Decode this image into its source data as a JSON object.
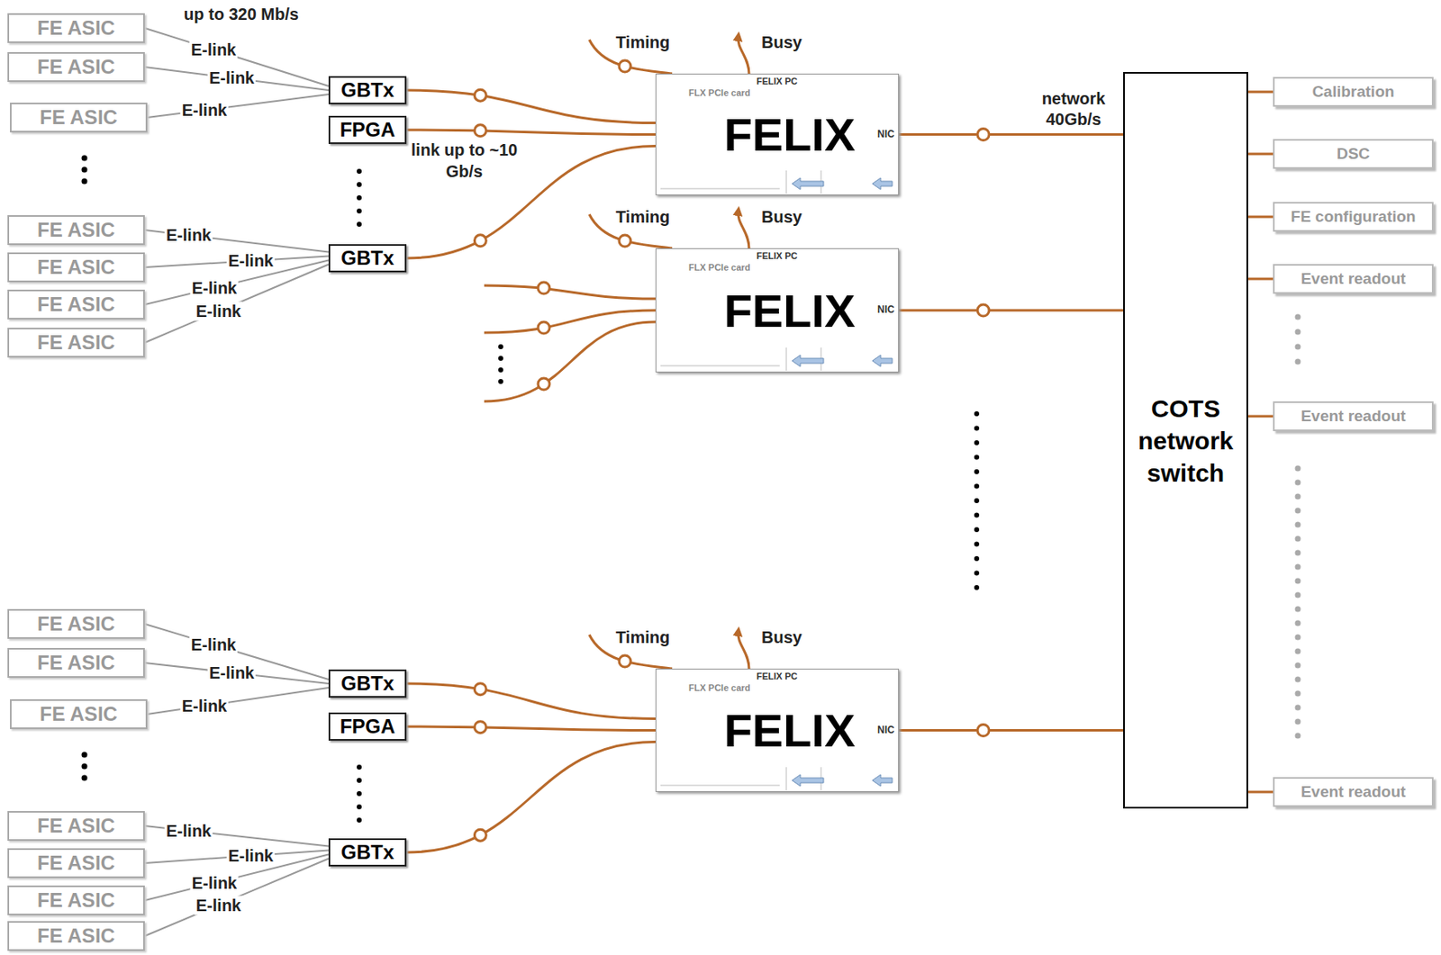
{
  "diagram": {
    "nodes": [
      {
        "text": [
          "FE ASIC"
        ]
      },
      {
        "text": [
          "FE ASIC"
        ]
      },
      {
        "text": [
          "FE ASIC"
        ]
      },
      {
        "text": [
          "GBTx"
        ]
      },
      {
        "text": [
          "FPGA"
        ]
      },
      {
        "text": [
          "FE ASIC"
        ]
      },
      {
        "text": [
          "FE ASIC"
        ]
      },
      {
        "text": [
          "FE ASIC"
        ]
      },
      {
        "text": [
          "FE ASIC"
        ]
      },
      {
        "text": [
          "GBTx"
        ]
      },
      {
        "text": [
          "FELIX"
        ]
      },
      {
        "text": [
          "FELIX"
        ]
      },
      {
        "text": [
          "FE ASIC"
        ]
      },
      {
        "text": [
          "FE ASIC"
        ]
      },
      {
        "text": [
          "FE ASIC"
        ]
      },
      {
        "text": [
          "GBTx"
        ]
      },
      {
        "text": [
          "FPGA"
        ]
      },
      {
        "text": [
          "FE ASIC"
        ]
      },
      {
        "text": [
          "FE ASIC"
        ]
      },
      {
        "text": [
          "FE ASIC"
        ]
      },
      {
        "text": [
          "FE ASIC"
        ]
      },
      {
        "text": [
          "GBTx"
        ]
      },
      {
        "text": [
          "FELIX"
        ]
      },
      {
        "text": [
          "COTS network switch"
        ]
      },
      {
        "text": [
          "Calibration"
        ]
      },
      {
        "text": [
          "DSC"
        ]
      },
      {
        "text": [
          "FE configuration"
        ]
      },
      {
        "text": [
          "Event readout"
        ]
      },
      {
        "text": [
          "Event readout"
        ]
      },
      {
        "text": [
          "Event readout"
        ]
      }
    ],
    "edges": [
      {
        "from": 0,
        "to": 3,
        "arrow": "none",
        "label": "E-link"
      },
      {
        "from": 1,
        "to": 3,
        "arrow": "none",
        "label": "E-link"
      },
      {
        "from": 2,
        "to": 3,
        "arrow": "none",
        "label": "E-link"
      },
      {
        "from": 5,
        "to": 9,
        "arrow": "none",
        "label": "E-link"
      },
      {
        "from": 6,
        "to": 9,
        "arrow": "none",
        "label": "E-link"
      },
      {
        "from": 7,
        "to": 9,
        "arrow": "none",
        "label": "E-link"
      },
      {
        "from": 8,
        "to": 9,
        "arrow": "none",
        "label": "E-link"
      },
      {
        "from": 12,
        "to": 15,
        "arrow": "none",
        "label": "E-link"
      },
      {
        "from": 13,
        "to": 15,
        "arrow": "none",
        "label": "E-link"
      },
      {
        "from": 14,
        "to": 15,
        "arrow": "none",
        "label": "E-link"
      },
      {
        "from": 17,
        "to": 21,
        "arrow": "none",
        "label": "E-link"
      },
      {
        "from": 18,
        "to": 21,
        "arrow": "none",
        "label": "E-link"
      },
      {
        "from": 19,
        "to": 21,
        "arrow": "none",
        "label": "E-link"
      },
      {
        "from": 20,
        "to": 21,
        "arrow": "none",
        "label": "E-link"
      },
      {
        "from": 3,
        "to": 10,
        "arrow": "none"
      },
      {
        "from": 4,
        "to": 10,
        "arrow": "none"
      },
      {
        "from": 9,
        "to": 10,
        "arrow": "none"
      },
      {
        "from": 15,
        "to": 22,
        "arrow": "none"
      },
      {
        "from": 16,
        "to": 22,
        "arrow": "none"
      },
      {
        "from": 21,
        "to": 22,
        "arrow": "none"
      },
      {
        "from": 10,
        "to": 23,
        "arrow": "none",
        "label": "network 40Gb/s"
      },
      {
        "from": 11,
        "to": 23,
        "arrow": "none"
      },
      {
        "from": 22,
        "to": 23,
        "arrow": "none"
      },
      {
        "from": 23,
        "to": 24,
        "arrow": "none"
      },
      {
        "from": 23,
        "to": 25,
        "arrow": "none"
      },
      {
        "from": 23,
        "to": 26,
        "arrow": "none"
      },
      {
        "from": 23,
        "to": 27,
        "arrow": "none"
      },
      {
        "from": 23,
        "to": 28,
        "arrow": "none"
      },
      {
        "from": 23,
        "to": 29,
        "arrow": "none"
      }
    ],
    "labels": [
      "up to 320 Mb/s",
      "link up to ~10 Gb/s",
      "Timing",
      "Busy",
      "FELIX PC",
      "FLX PCIe card",
      "NIC",
      "Timing",
      "Busy",
      "FELIX PC",
      "FLX PCIe card",
      "NIC",
      "Timing",
      "Busy",
      "FELIX PC",
      "FLX PCIe card",
      "NIC"
    ]
  }
}
